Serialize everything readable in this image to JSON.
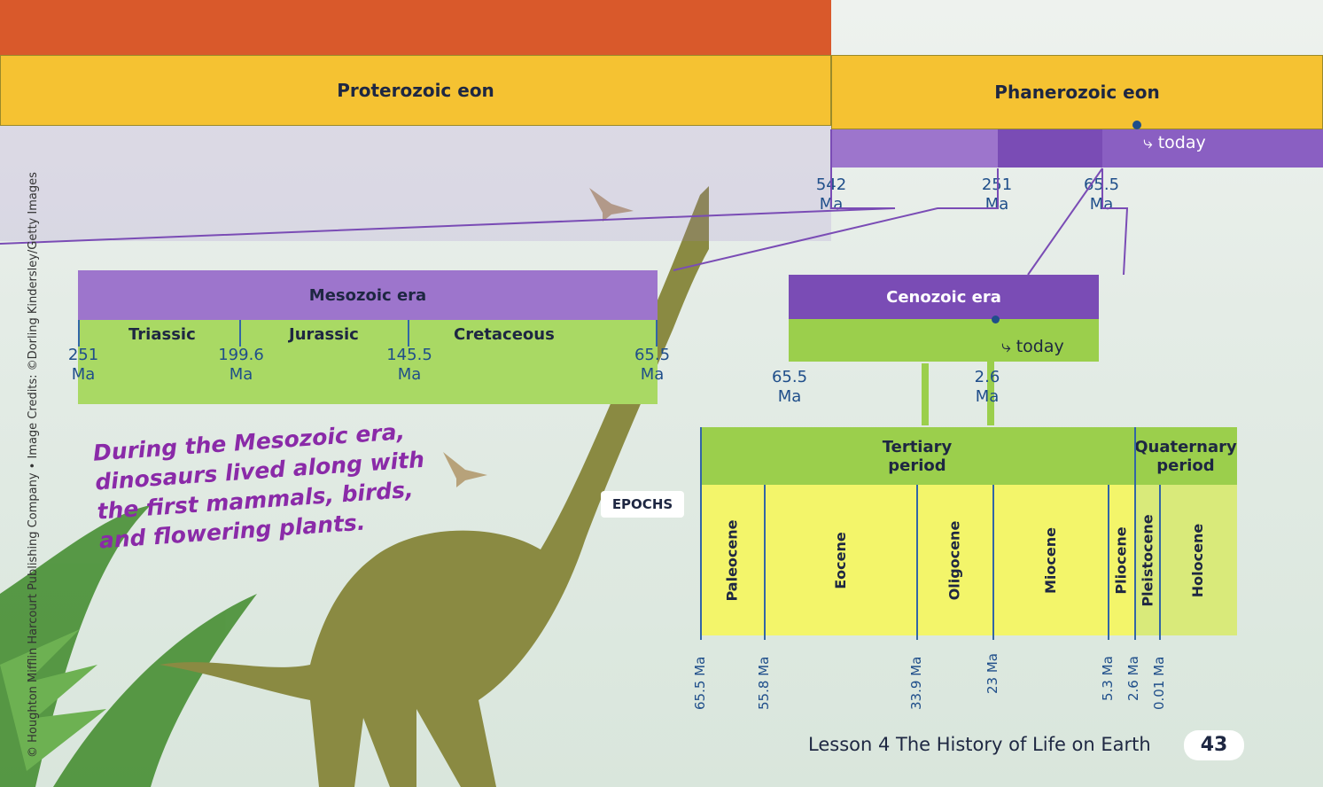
{
  "eons": {
    "proterozoic": "Proterozoic eon",
    "phanerozoic": "Phanerozoic eon"
  },
  "phanerozoic_ticks": [
    {
      "value": "542",
      "unit": "Ma"
    },
    {
      "value": "251",
      "unit": "Ma"
    },
    {
      "value": "65.5",
      "unit": "Ma"
    }
  ],
  "today_label": "today",
  "mesozoic": {
    "title": "Mesozoic era",
    "periods": [
      "Triassic",
      "Jurassic",
      "Cretaceous"
    ],
    "ticks": [
      {
        "value": "251",
        "unit": "Ma"
      },
      {
        "value": "199.6",
        "unit": "Ma"
      },
      {
        "value": "145.5",
        "unit": "Ma"
      },
      {
        "value": "65.5",
        "unit": "Ma"
      }
    ]
  },
  "cenozoic": {
    "title": "Cenozoic era",
    "ticks": [
      {
        "value": "65.5",
        "unit": "Ma"
      },
      {
        "value": "2.6",
        "unit": "Ma"
      }
    ],
    "periods": [
      {
        "line1": "Tertiary",
        "line2": "period"
      },
      {
        "line1": "Quaternary",
        "line2": "period"
      }
    ],
    "epochs_label": "EPOCHS",
    "epochs": [
      "Paleocene",
      "Eocene",
      "Oligocene",
      "Miocene",
      "Pliocene",
      "Pleistocene",
      "Holocene"
    ],
    "epoch_ticks": [
      "65.5 Ma",
      "55.8 Ma",
      "33.9 Ma",
      "23 Ma",
      "5.3 Ma",
      "2.6 Ma",
      "0.01 Ma"
    ]
  },
  "caption": [
    "During the Mesozoic era,",
    "dinosaurs lived along with",
    "the first mammals, birds,",
    "and flowering plants."
  ],
  "credit": "© Houghton Mifflin Harcourt Publishing Company • Image Credits: ©Dorling Kindersley/Getty Images",
  "footer": {
    "lesson": "Lesson 4 The History of Life on Earth",
    "page": "43"
  },
  "colors": {
    "eon_yellow": "#f5c232",
    "eon_red": "#d9592b",
    "era_purple": "#9d75cc",
    "period_green": "#9bcf4c",
    "epoch_yellow": "#f3f56a",
    "label_blue": "#1f4e8a",
    "caption_purple": "#8a2aa8"
  }
}
